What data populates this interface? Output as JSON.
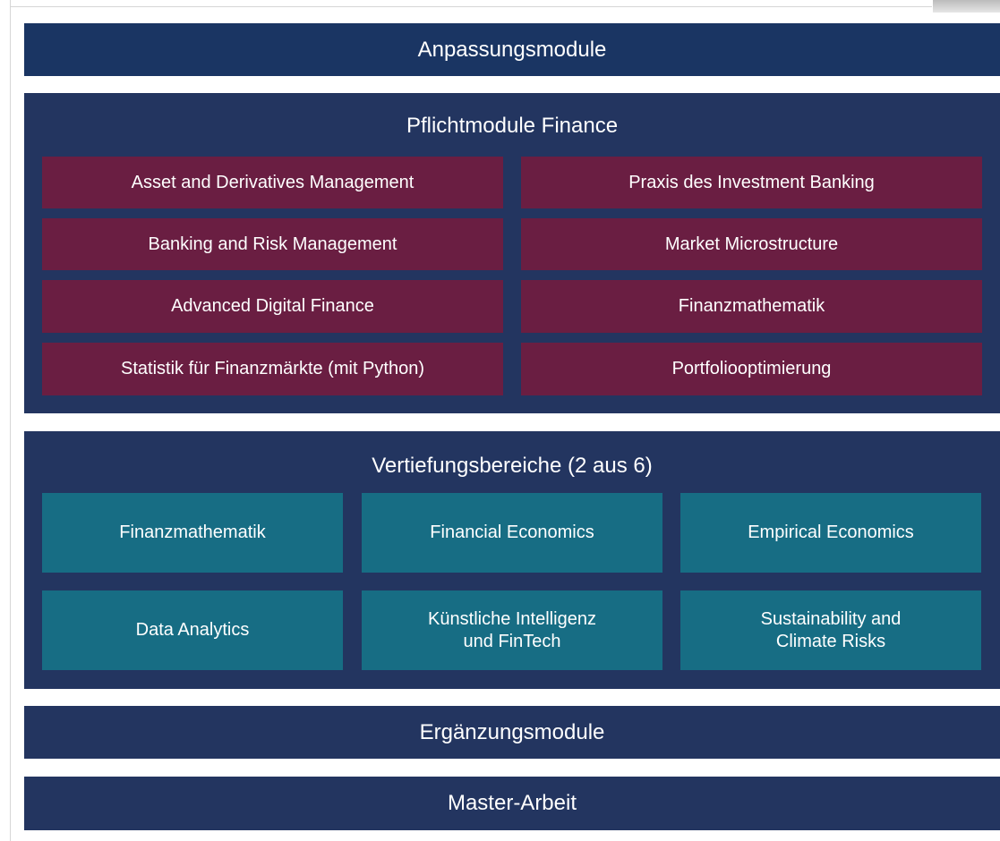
{
  "anpassungsmodule": {
    "title": "Anpassungsmodule"
  },
  "pflichtmodule": {
    "title": "Pflichtmodule Finance",
    "items": [
      "Asset and Derivatives Management",
      "Praxis des Investment Banking",
      "Banking and Risk Management",
      "Market Microstructure",
      "Advanced Digital Finance",
      "Finanzmathematik",
      "Statistik für Finanzmärkte (mit Python)",
      "Portfoliooptimierung"
    ]
  },
  "vertiefungsbereiche": {
    "title": "Vertiefungsbereiche (2 aus 6)",
    "items": [
      {
        "line1": "Finanzmathematik",
        "line2": ""
      },
      {
        "line1": "Financial Economics",
        "line2": ""
      },
      {
        "line1": "Empirical Economics",
        "line2": ""
      },
      {
        "line1": "Data Analytics",
        "line2": ""
      },
      {
        "line1": "Künstliche Intelligenz",
        "line2": "und FinTech"
      },
      {
        "line1": "Sustainability and",
        "line2": "Climate Risks"
      }
    ]
  },
  "ergaenzungsmodule": {
    "title": "Ergänzungsmodule"
  },
  "masterarbeit": {
    "title": "Master-Arbeit"
  },
  "colors": {
    "band_dark": "#1a3563",
    "band_navy": "#233560",
    "pflicht_box": "#6a1e42",
    "vertiefung_box": "#176d84",
    "text": "#ffffff"
  }
}
